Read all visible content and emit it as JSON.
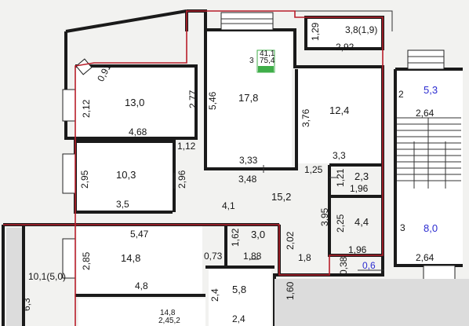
{
  "rooms": {
    "room_13_0": {
      "area": "13,0",
      "dims": [
        "2,12",
        "0,91",
        "2,77",
        "4,68"
      ]
    },
    "room_17_8": {
      "area": "17,8",
      "dims": [
        "5,46",
        "3,33"
      ]
    },
    "room_12_4": {
      "area": "12,4",
      "dims": [
        "3,76",
        "3,3"
      ]
    },
    "room_10_3": {
      "area": "10,3",
      "dims": [
        "2,95",
        "2,96",
        "3,5",
        "1,12"
      ]
    },
    "corridor": {
      "area": "15,2",
      "dims": [
        "3,48",
        "4,1",
        "2,02",
        "1,8",
        "1,25"
      ]
    },
    "bath_2_3": {
      "area": "2,3",
      "dims": [
        "1,21",
        "1,96"
      ]
    },
    "bath_4_4": {
      "area": "4,4",
      "dims": [
        "3,95",
        "2,25",
        "1,96"
      ]
    },
    "room_14_8": {
      "area": "14,8",
      "dims": [
        "2,85",
        "5,47",
        "4,8",
        "0,73"
      ]
    },
    "wc_3_0": {
      "area": "3,0",
      "dims": [
        "1,62",
        "1,88"
      ]
    },
    "room_5_8": {
      "area": "5,8",
      "dims": [
        "2,4",
        "2,4"
      ]
    },
    "balcony_top": {
      "label": "3,8(1,9)",
      "dims": [
        "1,29",
        "2,92"
      ]
    },
    "kitchen_note": {
      "line1": "41,1",
      "line2": "75,4",
      "prefix": "3"
    },
    "balcony_left": {
      "label": "10,1(5,0)",
      "dim": "6,3"
    },
    "stair_top": {
      "area": "5,3",
      "dims": [
        "2",
        "2,64"
      ]
    },
    "stair_bottom": {
      "area": "8,0",
      "dims": [
        "3",
        "2,64"
      ]
    },
    "small_note": {
      "area": "0,6",
      "dim": "0,38"
    },
    "bottom_extra": {
      "dim": "1,60",
      "partial": "14,8",
      "partial2": "2,45,2"
    }
  },
  "colors": {
    "outline_red": "#b81e2a",
    "label_blue": "#2b2bd0",
    "highlight_green": "#3fae49"
  }
}
